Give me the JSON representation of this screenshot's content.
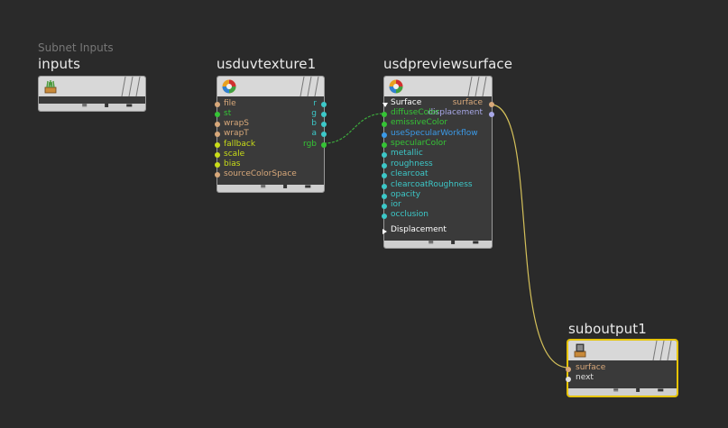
{
  "colors": {
    "background": "#2a2a2a",
    "node_body": "#3a3a3a",
    "header": "#d8d8d8",
    "selected_border": "#e7c400",
    "port_tan": "#d8a87a",
    "port_green": "#35c435",
    "port_yellow": "#c8dc18",
    "port_cyan": "#3cc8c8",
    "port_lavender": "#a8a8e8",
    "wire_green": "#3ca83c",
    "wire_yellow": "#d4c05a"
  },
  "nodes": {
    "inputs": {
      "subtitle": "Subnet Inputs",
      "title": "inputs",
      "icon": "subnet-inputs-icon"
    },
    "usduvtexture": {
      "title": "usduvtexture1",
      "icon": "usd-sphere-icon",
      "inputs": [
        {
          "label": "file",
          "color": "#d8a87a"
        },
        {
          "label": "st",
          "color": "#35c435"
        },
        {
          "label": "wrapS",
          "color": "#d8a87a"
        },
        {
          "label": "wrapT",
          "color": "#d8a87a"
        },
        {
          "label": "fallback",
          "color": "#c8dc18"
        },
        {
          "label": "scale",
          "color": "#c8dc18"
        },
        {
          "label": "bias",
          "color": "#c8dc18"
        },
        {
          "label": "sourceColorSpace",
          "color": "#d8a87a"
        }
      ],
      "outputs": [
        {
          "label": "r",
          "color": "#3cc8c8"
        },
        {
          "label": "g",
          "color": "#3cc8c8"
        },
        {
          "label": "b",
          "color": "#3cc8c8"
        },
        {
          "label": "a",
          "color": "#3cc8c8"
        },
        {
          "label": "rgb",
          "color": "#35c435"
        }
      ]
    },
    "usdpreviewsurface": {
      "title": "usdpreviewsurface",
      "icon": "usd-sphere-icon",
      "group_surface": "Surface",
      "group_displacement": "Displacement",
      "inputs": [
        {
          "label": "diffuseColor",
          "color": "#35c435"
        },
        {
          "label": "emissiveColor",
          "color": "#35c435"
        },
        {
          "label": "useSpecularWorkflow",
          "color": "#3a9ae8"
        },
        {
          "label": "specularColor",
          "color": "#35c435"
        },
        {
          "label": "metallic",
          "color": "#3cc8c8"
        },
        {
          "label": "roughness",
          "color": "#3cc8c8"
        },
        {
          "label": "clearcoat",
          "color": "#3cc8c8"
        },
        {
          "label": "clearcoatRoughness",
          "color": "#3cc8c8"
        },
        {
          "label": "opacity",
          "color": "#3cc8c8"
        },
        {
          "label": "ior",
          "color": "#3cc8c8"
        },
        {
          "label": "occlusion",
          "color": "#3cc8c8"
        }
      ],
      "outputs": [
        {
          "label": "surface",
          "color": "#d8a87a"
        },
        {
          "label": "displacement",
          "color": "#a8a8e8"
        }
      ]
    },
    "suboutput": {
      "title": "suboutput1",
      "icon": "subnet-output-icon",
      "inputs": [
        {
          "label": "surface",
          "color": "#d8a87a"
        },
        {
          "label": "next",
          "color": "#e0e0e0"
        }
      ]
    }
  },
  "footer_glyphs": "≡ ▪ ▬"
}
